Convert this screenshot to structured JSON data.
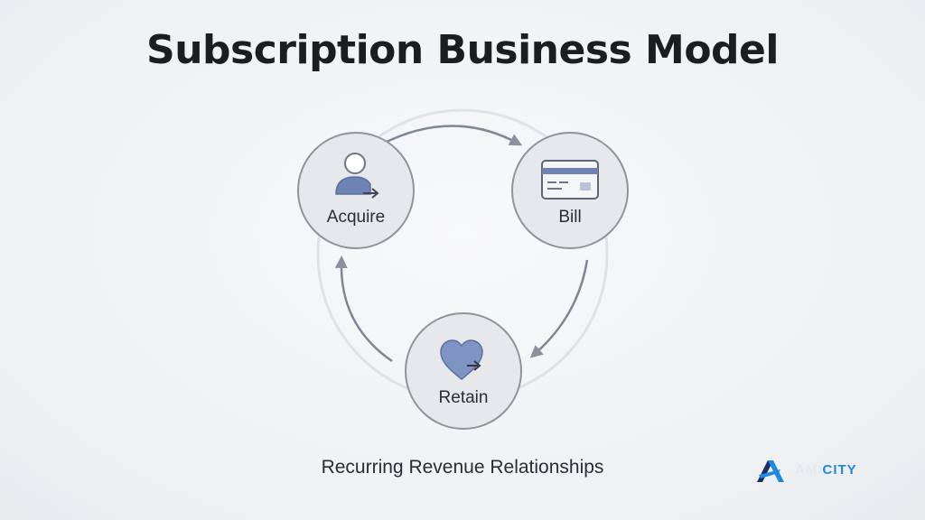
{
  "title": "Subscription Business Model",
  "nodes": {
    "acquire": {
      "label": "Acquire",
      "icon": "user-arrow-icon"
    },
    "bill": {
      "label": "Bill",
      "icon": "credit-card-icon"
    },
    "retain": {
      "label": "Retain",
      "icon": "heart-arrow-icon"
    }
  },
  "caption": "Recurring Revenue Relationships",
  "brand": {
    "part1": "AMI",
    "part2": "CITY",
    "logo": "brand-logo-icon"
  },
  "colors": {
    "node_fill": "#e6e8eb",
    "node_stroke": "#8f949b",
    "arrow": "#7f8793",
    "icon_accent": "#6e82b4",
    "brand_blue": "#1e88e5",
    "brand_dark": "#1a2c6b"
  }
}
